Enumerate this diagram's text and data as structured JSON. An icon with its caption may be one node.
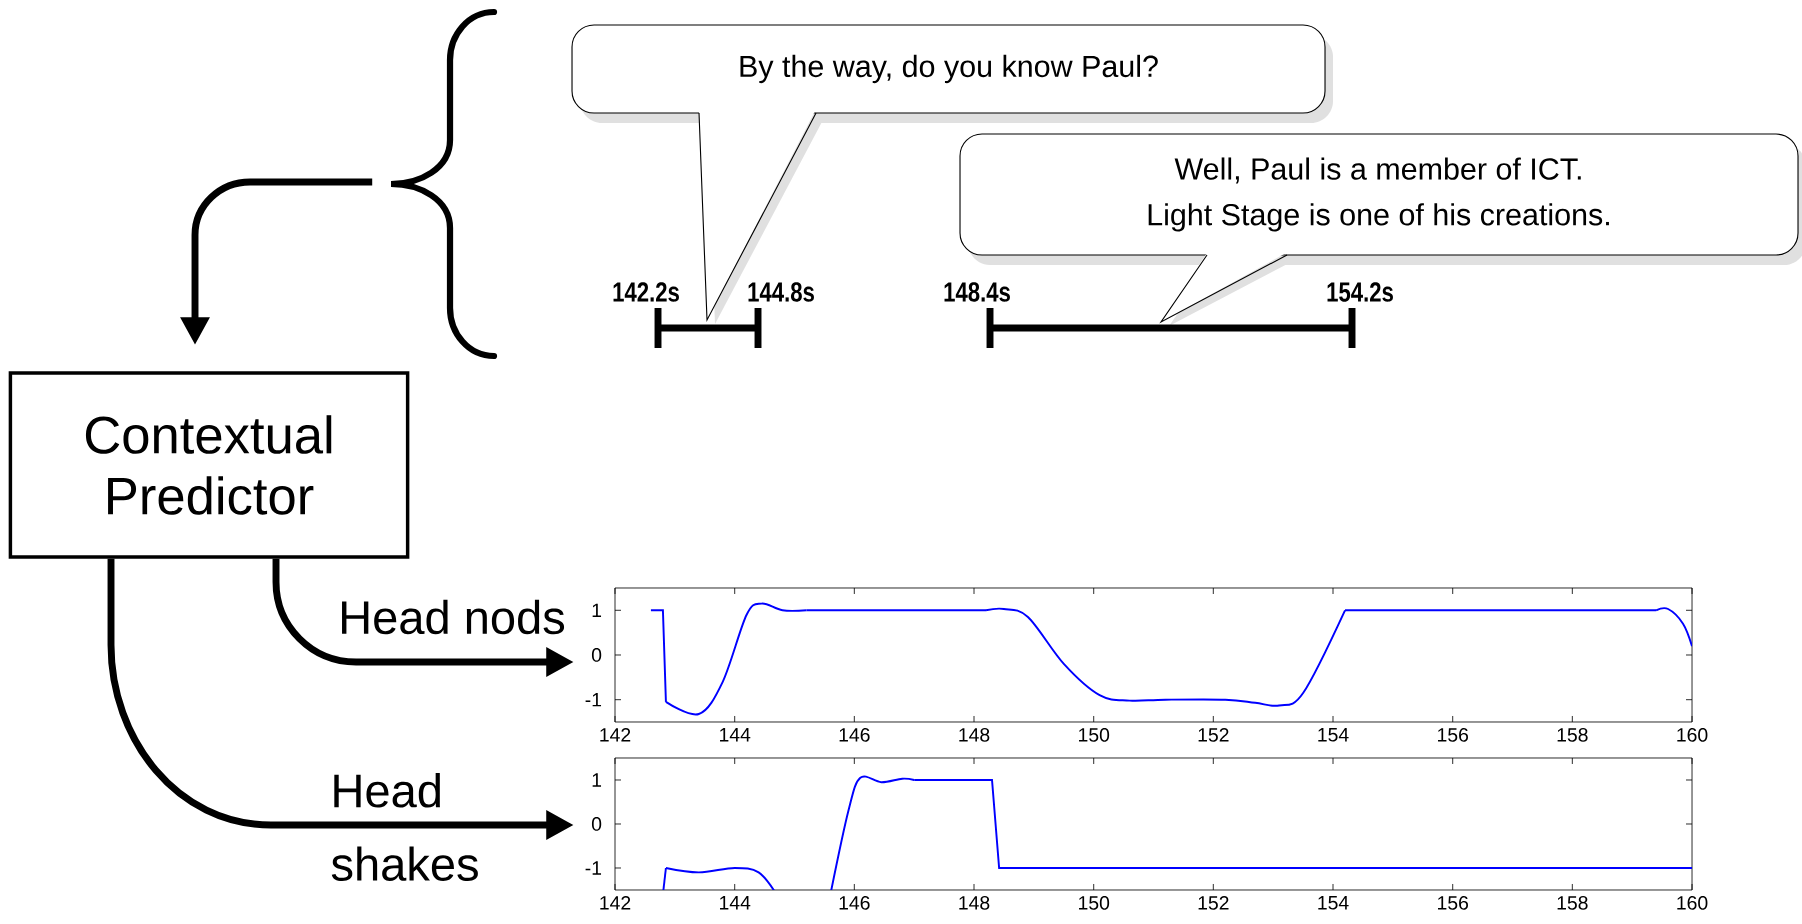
{
  "diagram": {
    "nodes": [
      {
        "text": [],
        "shape": "brace"
      },
      {
        "text": [
          "By the way, do you know Paul?"
        ]
      },
      {
        "text": [
          "Well, Paul is a member of ICT.",
          "Light Stage is one of his creations."
        ]
      },
      {
        "text": [
          "Contextual Predictor"
        ]
      },
      {
        "text": [],
        "shape": "chart",
        "beside": [
          "1",
          "0",
          "-1",
          "142",
          "144",
          "146",
          "148",
          "150",
          "152",
          "154",
          "156",
          "158",
          "160"
        ]
      },
      {
        "text": [],
        "shape": "chart",
        "beside": [
          "1",
          "0",
          "-1",
          "142",
          "144",
          "146",
          "148",
          "150",
          "152",
          "154",
          "156",
          "158",
          "160"
        ]
      }
    ],
    "edges": [
      {
        "from": 0,
        "to": 3,
        "arrow": "to"
      },
      {
        "from": 3,
        "to": 4,
        "arrow": "to",
        "label": "Head nods"
      },
      {
        "from": 3,
        "to": 5,
        "arrow": "to",
        "label": "Head shakes"
      }
    ],
    "labels": [
      "142.2s",
      "144.8s",
      "148.4s",
      "154.2s"
    ]
  }
}
